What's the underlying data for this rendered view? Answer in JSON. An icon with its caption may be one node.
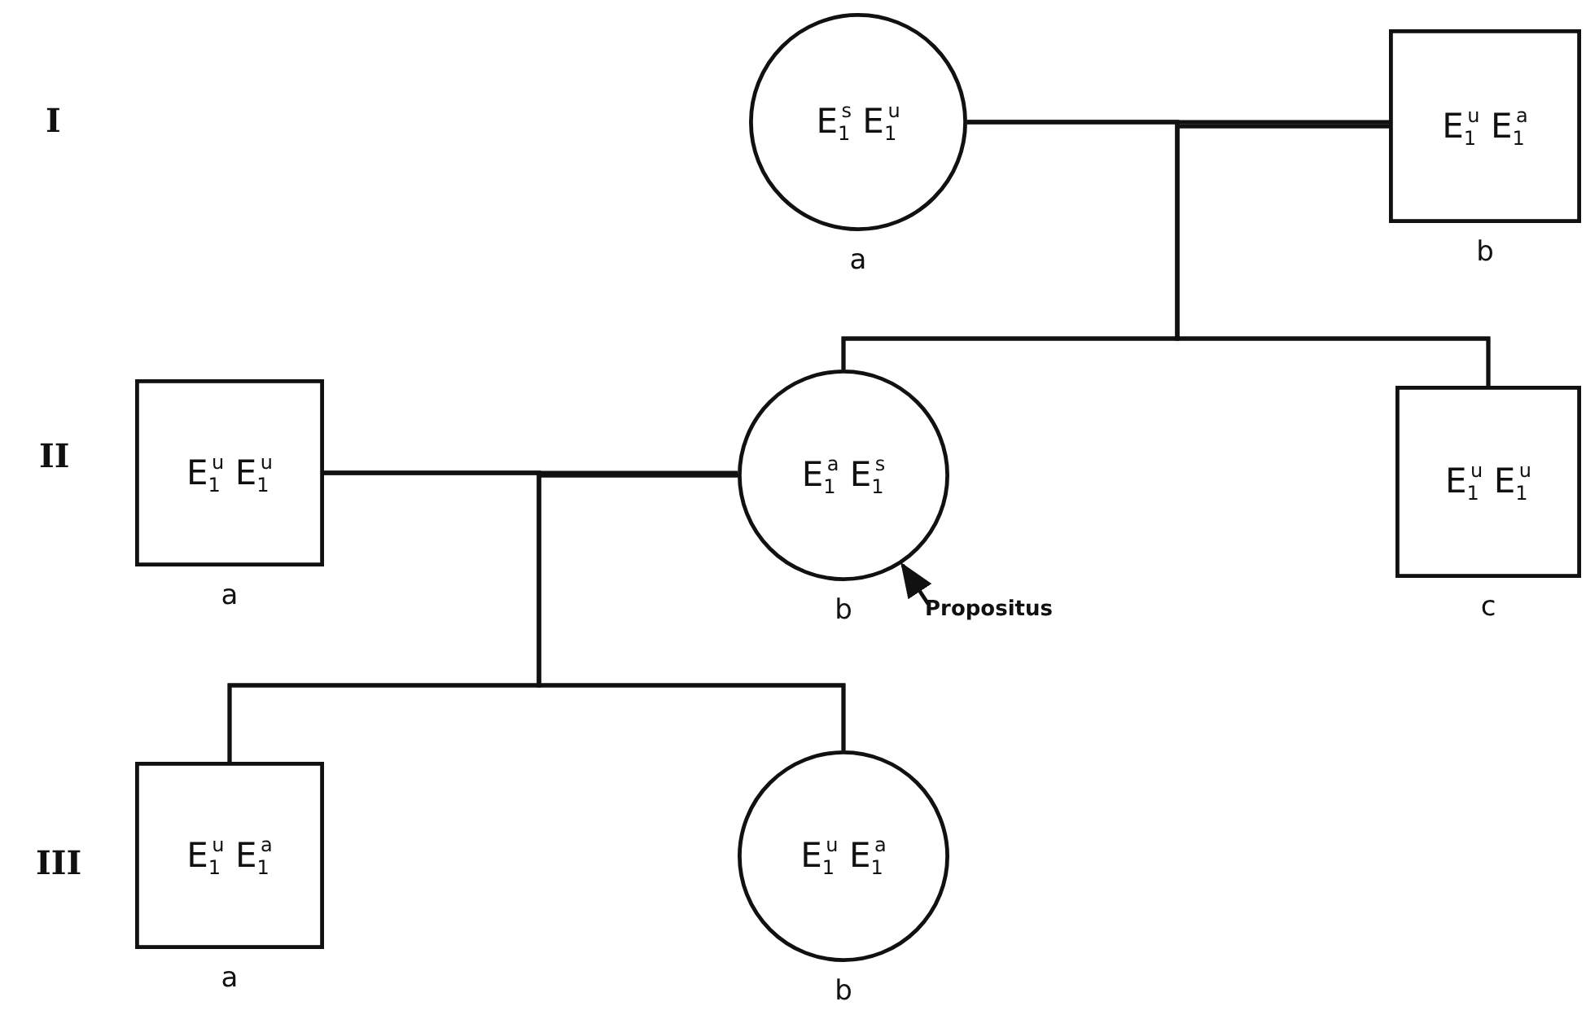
{
  "diagram": {
    "nodes": [
      {
        "text": [
          "E$_{1}$$^{s}$ E$_{1}$$^{u}$"
        ],
        "beside": [
          "a"
        ]
      },
      {
        "text": [
          "E$_{1}$$^{u}$ E$_{1}$$^{a}$"
        ],
        "beside": [
          "b"
        ]
      },
      {
        "text": [
          "E$_{1}$$^{u}$ E$_{1}$$^{u}$"
        ],
        "beside": [
          "a"
        ]
      },
      {
        "text": [
          "E$_{1}$$^{a}$ E$_{1}$$^{s}$"
        ],
        "beside": [
          "b"
        ]
      },
      {
        "text": [
          "E$_{1}$$^{u}$ E$_{1}$$^{u}$"
        ],
        "beside": [
          "c"
        ]
      },
      {
        "text": [
          "Propositus"
        ]
      },
      {
        "text": [
          "E$_{1}$$^{u}$ E$_{1}$$^{a}$"
        ],
        "beside": [
          "a"
        ]
      },
      {
        "text": [
          "E$_{1}$$^{u}$ E$_{1}$$^{a}$"
        ],
        "beside": [
          "b"
        ]
      }
    ],
    "edges": [
      {
        "from": 0,
        "to": 1,
        "arrow": "none"
      },
      {
        "from": 0,
        "to": 3,
        "arrow": "none"
      },
      {
        "from": 0,
        "to": 4,
        "arrow": "none"
      },
      {
        "from": 1,
        "to": 3,
        "arrow": "none"
      },
      {
        "from": 1,
        "to": 4,
        "arrow": "none"
      },
      {
        "from": 2,
        "to": 3,
        "arrow": "none"
      },
      {
        "from": 2,
        "to": 6,
        "arrow": "none"
      },
      {
        "from": 2,
        "to": 7,
        "arrow": "none"
      },
      {
        "from": 3,
        "to": 6,
        "arrow": "none"
      },
      {
        "from": 3,
        "to": 7,
        "arrow": "none"
      },
      {
        "from": 5,
        "to": 3,
        "arrow": "to"
      }
    ],
    "labels": [
      "I",
      "II",
      "III"
    ]
  }
}
